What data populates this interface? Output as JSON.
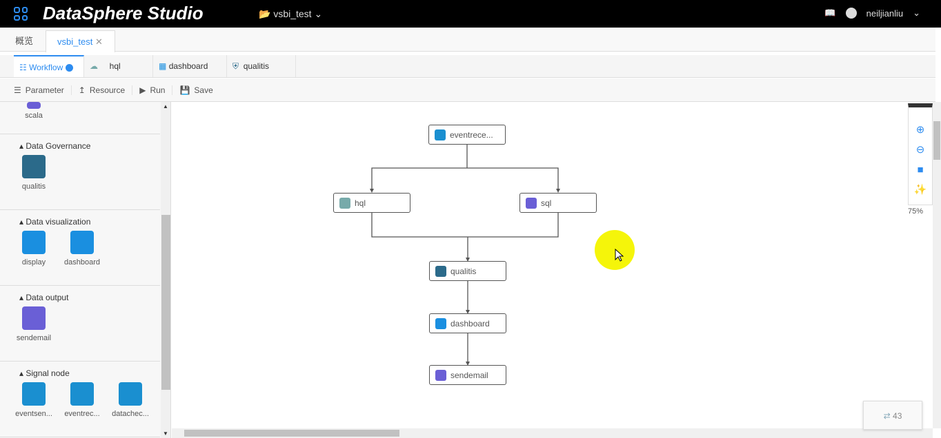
{
  "header": {
    "logo": "DataSphere Studio",
    "project": "vsbi_test",
    "user": "neiljianliu"
  },
  "tabs": [
    {
      "label": "概览"
    },
    {
      "label": "vsbi_test",
      "active": true
    }
  ],
  "subtabs": [
    {
      "label": "Workflow"
    },
    {
      "label": "hql"
    },
    {
      "label": "dashboard"
    },
    {
      "label": "qualitis"
    }
  ],
  "toolbar": {
    "parameter": "Parameter",
    "resource": "Resource",
    "run": "Run",
    "save": "Save"
  },
  "sidebar": {
    "top_item": "scala",
    "sections": [
      {
        "title": "Data Governance",
        "items": [
          {
            "label": "qualitis",
            "color": "#2b6a8a"
          }
        ]
      },
      {
        "title": "Data visualization",
        "items": [
          {
            "label": "display",
            "color": "#1a8fe0"
          },
          {
            "label": "dashboard",
            "color": "#1a8fe0"
          }
        ]
      },
      {
        "title": "Data output",
        "items": [
          {
            "label": "sendemail",
            "color": "#6a5fd6"
          }
        ]
      },
      {
        "title": "Signal node",
        "items": [
          {
            "label": "eventsen...",
            "color": "#1a8fd0"
          },
          {
            "label": "eventrec...",
            "color": "#1a8fd0"
          },
          {
            "label": "datachec...",
            "color": "#1a8fd0"
          }
        ]
      }
    ]
  },
  "nodes": [
    {
      "label": "eventrece...",
      "color": "#1a8fd0"
    },
    {
      "label": "hql",
      "color": "#7aa"
    },
    {
      "label": "sql",
      "color": "#6a5fd6"
    },
    {
      "label": "qualitis",
      "color": "#2b6a8a"
    },
    {
      "label": "dashboard",
      "color": "#1a8fe0"
    },
    {
      "label": "sendemail",
      "color": "#6a5fd6"
    }
  ],
  "zoom": {
    "level": "75%"
  },
  "counter": {
    "value": "43"
  }
}
